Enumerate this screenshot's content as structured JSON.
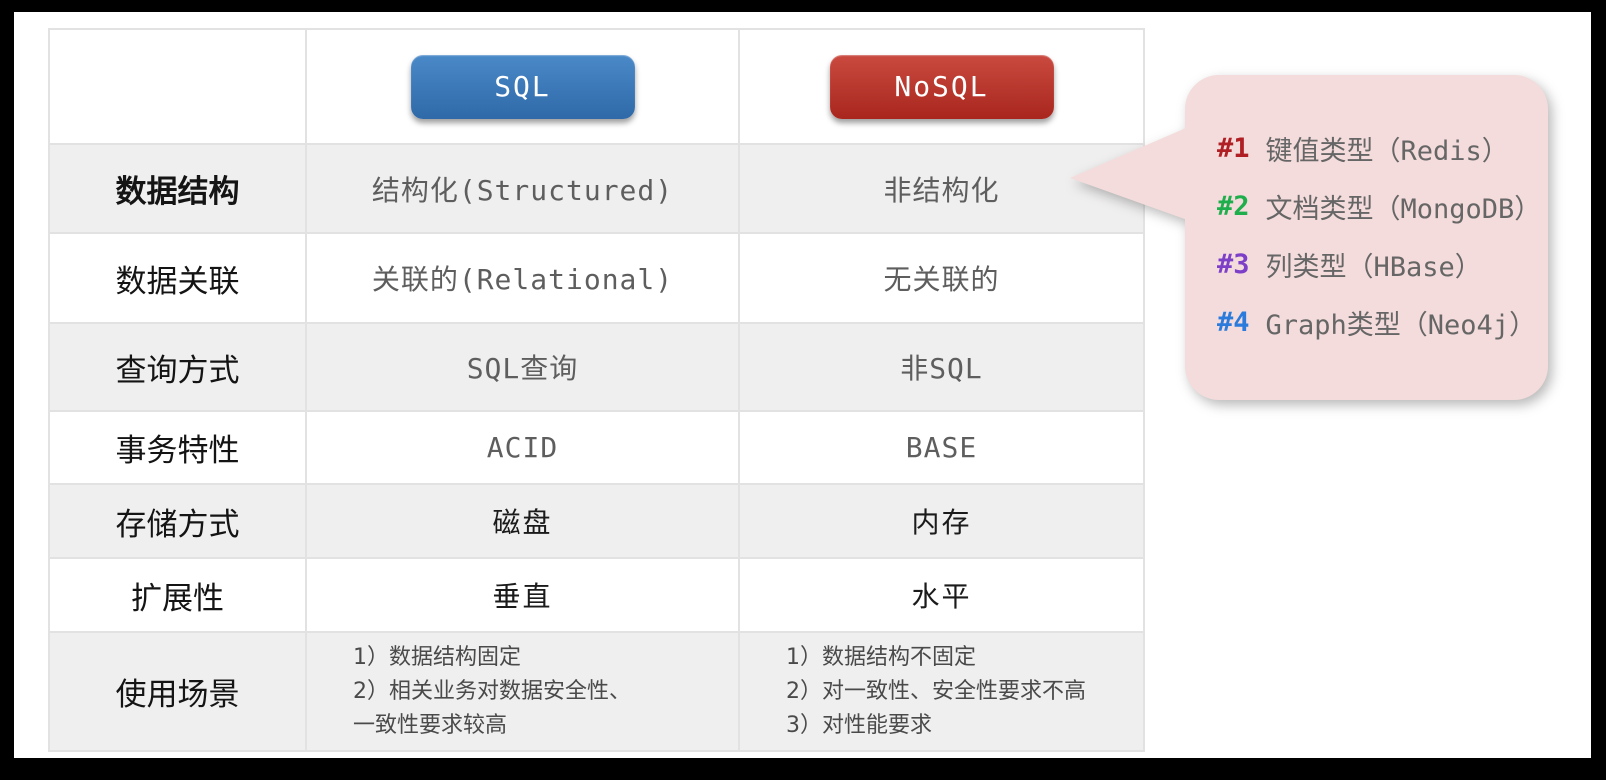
{
  "table": {
    "sql_badge": "SQL",
    "nosql_badge": "NoSQL",
    "rows": [
      {
        "label": "数据结构",
        "sql": "结构化(Structured)",
        "nosql": "非结构化"
      },
      {
        "label": "数据关联",
        "sql": "关联的(Relational)",
        "nosql": "无关联的"
      },
      {
        "label": "查询方式",
        "sql": "SQL查询",
        "nosql": "非SQL"
      },
      {
        "label": "事务特性",
        "sql": "ACID",
        "nosql": "BASE"
      },
      {
        "label": "存储方式",
        "sql": "磁盘",
        "nosql": "内存"
      },
      {
        "label": "扩展性",
        "sql": "垂直",
        "nosql": "水平"
      },
      {
        "label": "使用场景",
        "sql_lines": [
          "1）数据结构固定",
          "2）相关业务对数据安全性、",
          "一致性要求较高"
        ],
        "nosql_lines": [
          "1）数据结构不固定",
          "2）对一致性、安全性要求不高",
          "3）对性能要求"
        ]
      }
    ]
  },
  "callout": {
    "bg": "#f3dcdb",
    "items": [
      {
        "num": "#1",
        "color": "#b01f24",
        "text": "键值类型（Redis）"
      },
      {
        "num": "#2",
        "color": "#1eae4c",
        "text": "文档类型（MongoDB）"
      },
      {
        "num": "#3",
        "color": "#7d3fc8",
        "text": "列类型（HBase）"
      },
      {
        "num": "#4",
        "color": "#2b7bdd",
        "text": "Graph类型（Neo4j）"
      }
    ]
  },
  "colors": {
    "sql_button": "#3572b0",
    "nosql_button": "#b5352c",
    "row_stripe": "#f0efef",
    "table_border": "#e3e2e2",
    "value_text": "#5e5e5e",
    "frame": "#000000"
  }
}
